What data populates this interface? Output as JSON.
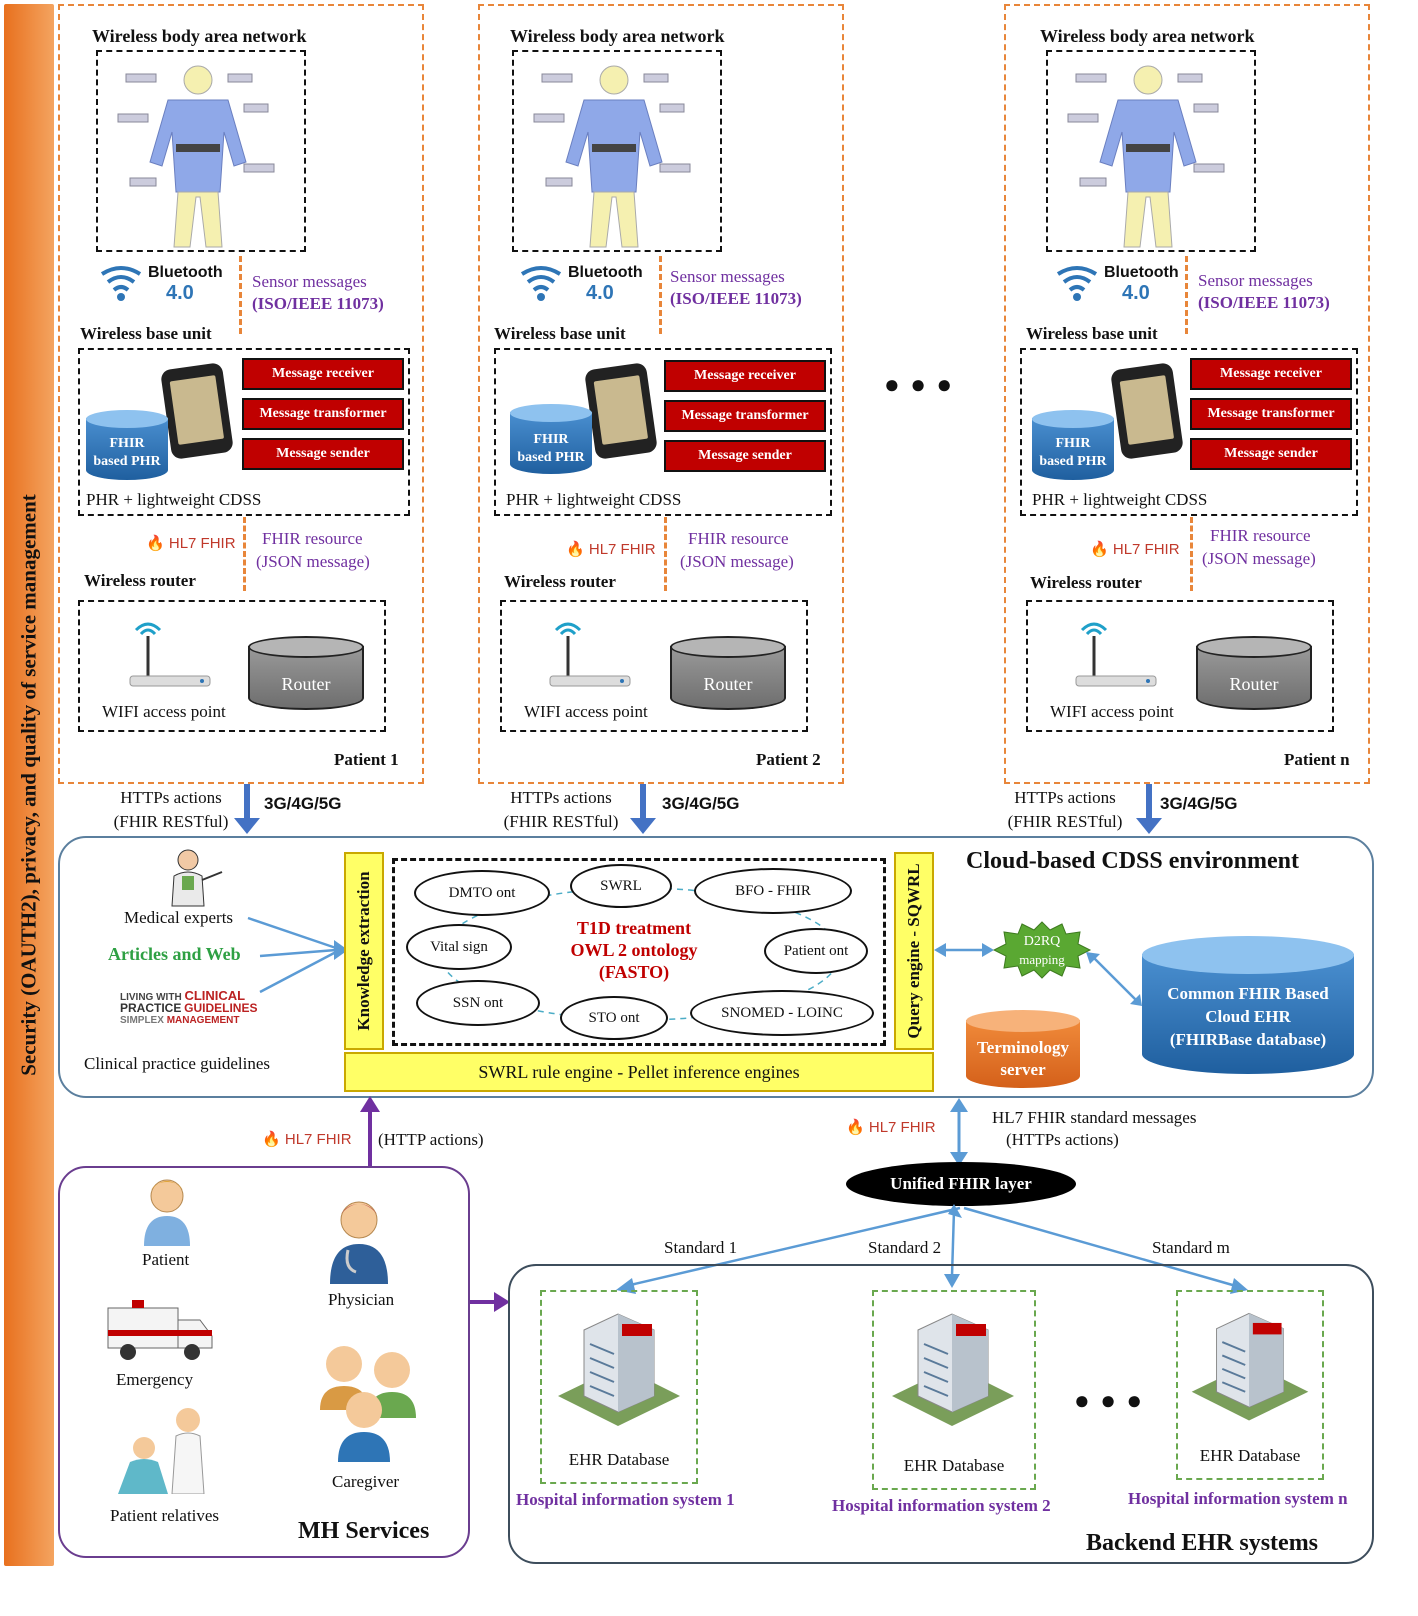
{
  "side_banner": "Security (OAUTH2), privacy, and quality of service management",
  "patients": [
    {
      "wban_title": "Wireless body area network",
      "bluetooth_label": "Bluetooth",
      "bluetooth_version": "4.0",
      "sensor_messages": "Sensor messages",
      "sensor_standard": "(ISO/IEEE 11073)",
      "base_unit_title": "Wireless base unit",
      "msg_receiver": "Message receiver",
      "msg_transformer": "Message transformer",
      "msg_sender": "Message sender",
      "phr_db_line1": "FHIR",
      "phr_db_line2": "based PHR",
      "phr_caption": "PHR + lightweight CDSS",
      "hl7_label": "HL7 FHIR",
      "fhir_resource": "FHIR resource",
      "fhir_json": "(JSON message)",
      "router_title": "Wireless router",
      "router_db": "Router",
      "wifi_caption": "WIFI access point",
      "patient_label": "Patient 1",
      "https_line1": "HTTPs actions",
      "https_line2": "(FHIR RESTful)",
      "network": "3G/4G/5G"
    },
    {
      "wban_title": "Wireless body area network",
      "bluetooth_label": "Bluetooth",
      "bluetooth_version": "4.0",
      "sensor_messages": "Sensor messages",
      "sensor_standard": "(ISO/IEEE 11073)",
      "base_unit_title": "Wireless base unit",
      "msg_receiver": "Message receiver",
      "msg_transformer": "Message transformer",
      "msg_sender": "Message sender",
      "phr_db_line1": "FHIR",
      "phr_db_line2": "based PHR",
      "phr_caption": "PHR + lightweight CDSS",
      "hl7_label": "HL7 FHIR",
      "fhir_resource": "FHIR resource",
      "fhir_json": "(JSON message)",
      "router_title": "Wireless router",
      "router_db": "Router",
      "wifi_caption": "WIFI access point",
      "patient_label": "Patient 2",
      "https_line1": "HTTPs actions",
      "https_line2": "(FHIR RESTful)",
      "network": "3G/4G/5G"
    },
    {
      "wban_title": "Wireless body area network",
      "bluetooth_label": "Bluetooth",
      "bluetooth_version": "4.0",
      "sensor_messages": "Sensor messages",
      "sensor_standard": "(ISO/IEEE 11073)",
      "base_unit_title": "Wireless base unit",
      "msg_receiver": "Message receiver",
      "msg_transformer": "Message transformer",
      "msg_sender": "Message sender",
      "phr_db_line1": "FHIR",
      "phr_db_line2": "based PHR",
      "phr_caption": "PHR + lightweight CDSS",
      "hl7_label": "HL7 FHIR",
      "fhir_resource": "FHIR resource",
      "fhir_json": "(JSON message)",
      "router_title": "Wireless router",
      "router_db": "Router",
      "wifi_caption": "WIFI access point",
      "patient_label": "Patient n",
      "https_line1": "HTTPs actions",
      "https_line2": "(FHIR RESTful)",
      "network": "3G/4G/5G"
    }
  ],
  "ellipsis": "● ● ●",
  "cloud": {
    "title": "Cloud-based CDSS environment",
    "sources": [
      "Medical experts",
      "Articles and Web",
      "Clinical practice guidelines"
    ],
    "knowledge_extraction": "Knowledge extraction",
    "query_engine": "Query engine - SQWRL",
    "rule_engine": "SWRL rule engine - Pellet inference engines",
    "ontology_title_1": "T1D treatment",
    "ontology_title_2": "OWL 2 ontology",
    "ontology_title_3": "(FASTO)",
    "ontologies": [
      "DMTO ont",
      "SWRL",
      "BFO - FHIR",
      "Vital sign",
      "Patient ont",
      "SSN ont",
      "STO ont",
      "SNOMED - LOINC"
    ],
    "d2rq_1": "D2RQ",
    "d2rq_2": "mapping",
    "terminology_1": "Terminology",
    "terminology_2": "server",
    "ehr_1": "Common FHIR Based",
    "ehr_2": "Cloud EHR",
    "ehr_3": "(FHIRBase database)"
  },
  "mh": {
    "hl7_label": "HL7 FHIR",
    "http_actions": "(HTTP actions)",
    "title": "MH Services",
    "actors": [
      "Patient",
      "Physician",
      "Emergency",
      "Caregiver",
      "Patient relatives"
    ]
  },
  "fhir_layer": {
    "hl7_label": "HL7 FHIR",
    "std_line1": "HL7 FHIR standard messages",
    "std_line2": "(HTTPs actions)",
    "title": "Unified FHIR layer",
    "standards": [
      "Standard 1",
      "Standard 2",
      "Standard m"
    ]
  },
  "backend": {
    "title": "Backend EHR systems",
    "ehr_db": "EHR Database",
    "hospitals": [
      "Hospital information system 1",
      "Hospital information system 2",
      "Hospital information system n"
    ],
    "ellipsis": "● ● ●"
  },
  "colors": {
    "orange": "#e8863a",
    "red_box": "#c00000",
    "purple": "#7030a0",
    "yellow": "#ffff66",
    "blue_db": "#2e75b6",
    "green_text": "#2ea043"
  }
}
